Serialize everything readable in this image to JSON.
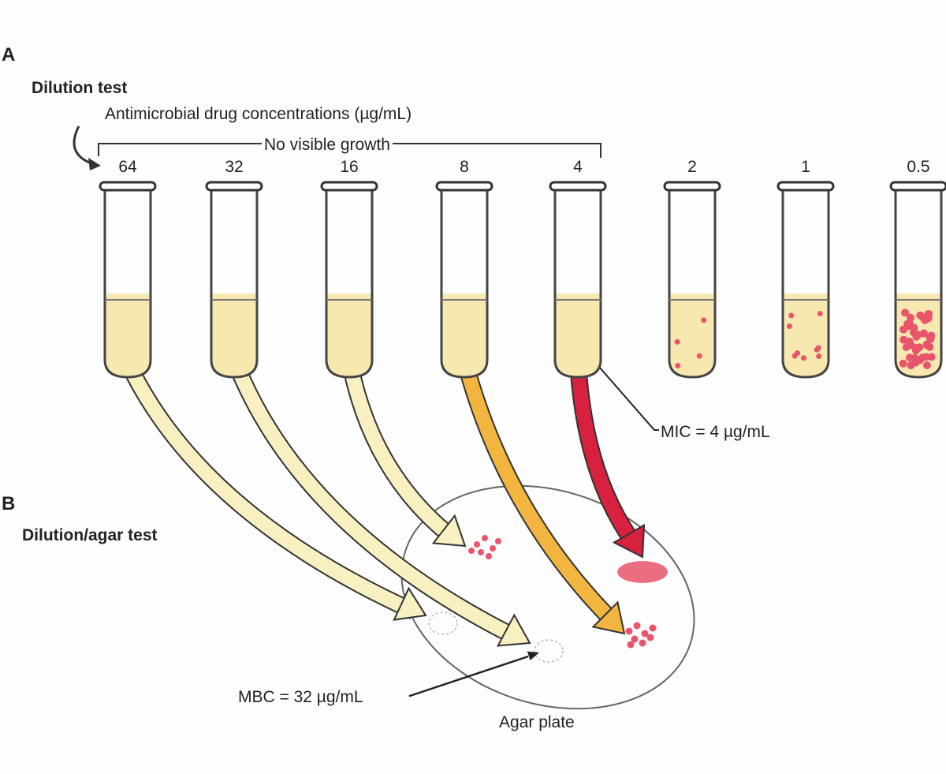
{
  "panel_a": {
    "letter": "A",
    "title": "Dilution test",
    "concentration_header": "Antimicrobial drug concentrations (µg/mL)",
    "bracket_label": "No visible growth",
    "mic_label": "MIC = 4 µg/mL"
  },
  "panel_b": {
    "letter": "B",
    "title": "Dilution/agar test",
    "mbc_label": "MBC = 32 µg/mL",
    "plate_label": "Agar plate"
  },
  "tubes": [
    {
      "concentration": "64",
      "growth": "none"
    },
    {
      "concentration": "32",
      "growth": "none"
    },
    {
      "concentration": "16",
      "growth": "none"
    },
    {
      "concentration": "8",
      "growth": "none"
    },
    {
      "concentration": "4",
      "growth": "none"
    },
    {
      "concentration": "2",
      "growth": "few"
    },
    {
      "concentration": "1",
      "growth": "some"
    },
    {
      "concentration": "0.5",
      "growth": "heavy"
    }
  ],
  "colors": {
    "broth": "#f7e8b0",
    "colony": "#e8556a",
    "arrow_pale": "#f8f0c0",
    "arrow_orange": "#f2b640",
    "arrow_red": "#d8203f",
    "outline": "#333333"
  }
}
